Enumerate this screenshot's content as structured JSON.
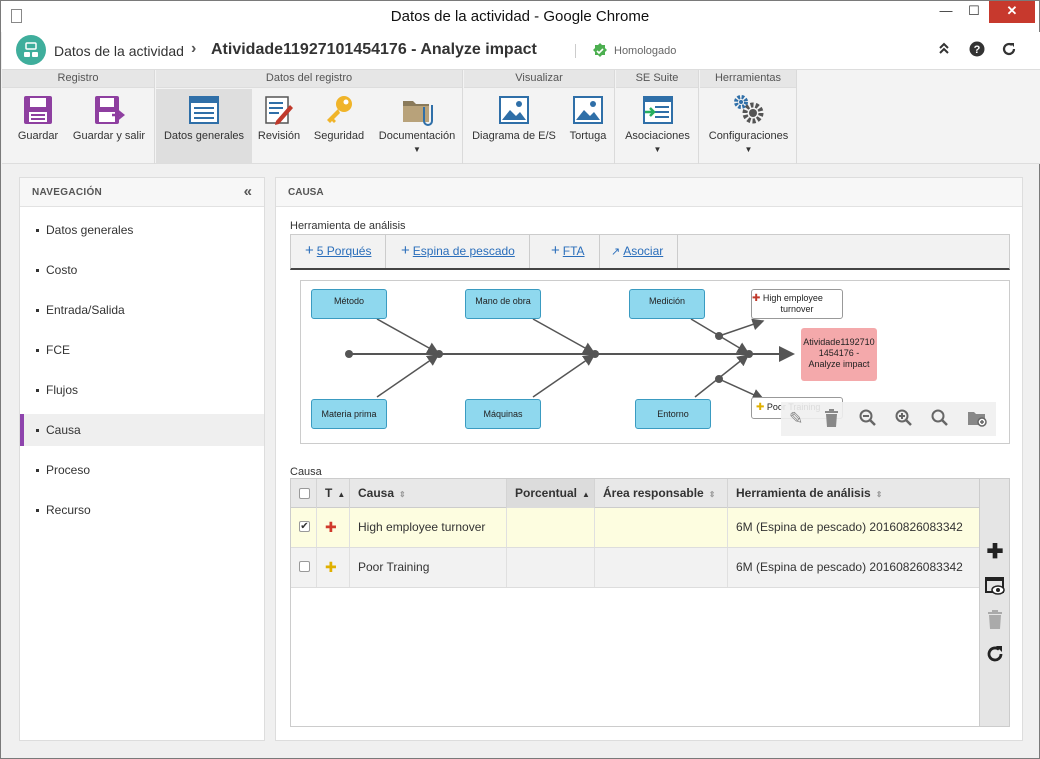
{
  "window": {
    "title": "Datos de la actividad - Google Chrome",
    "min": "—",
    "max": "☐",
    "close": "✕"
  },
  "header": {
    "crumb1": "Datos de la actividad",
    "crumb_sep": "›",
    "crumb2": "Atividade11927101454176 - Analyze impact",
    "status": "Homologado"
  },
  "ribbon": {
    "groups": [
      "Registro",
      "Datos del registro",
      "Visualizar",
      "SE Suite",
      "Herramientas"
    ],
    "buttons": [
      "Guardar",
      "Guardar y salir",
      "Datos generales",
      "Revisión",
      "Seguridad",
      "Documentación",
      "Diagrama de E/S",
      "Tortuga",
      "Asociaciones",
      "Configuraciones"
    ]
  },
  "nav": {
    "title": "NAVEGACIÓN",
    "collapse": "«",
    "items": [
      "Datos generales",
      "Costo",
      "Entrada/Salida",
      "FCE",
      "Flujos",
      "Causa",
      "Proceso",
      "Recurso"
    ]
  },
  "main": {
    "title": "CAUSA",
    "tool_label": "Herramienta de análisis",
    "tools": [
      "5 Porqués",
      "Espina de pescado",
      "FTA",
      "Asociar"
    ],
    "diagram": {
      "categories": [
        "Método",
        "Mano de obra",
        "Medición",
        "Materia prima",
        "Máquinas",
        "Entorno"
      ],
      "effect": "Atividade11927101454176 - Analyze impact",
      "effect_lines": [
        "Atividade1192710",
        "1454176 -",
        "Analyze impact"
      ],
      "cause1_lines": [
        "High employee",
        "turnover"
      ],
      "cause2": "Poor Training"
    },
    "grid_label": "Causa",
    "grid": {
      "columns": [
        "T",
        "Causa",
        "Porcentual",
        "Área responsable",
        "Herramienta de análisis"
      ],
      "rows": [
        {
          "checked": true,
          "causa": "High employee turnover",
          "porcentual": "",
          "area": "",
          "herramienta": "6M (Espina de pescado) 20160826083342"
        },
        {
          "checked": false,
          "causa": "Poor Training",
          "porcentual": "",
          "area": "",
          "herramienta": "6M (Espina de pescado) 20160826083342"
        }
      ]
    }
  },
  "colors": {
    "accent": "#8e44ad",
    "selected_row": "#fdfde0",
    "effect": "#f4a9ab",
    "category": "#8fd8ee",
    "link": "#2a6ebb"
  }
}
